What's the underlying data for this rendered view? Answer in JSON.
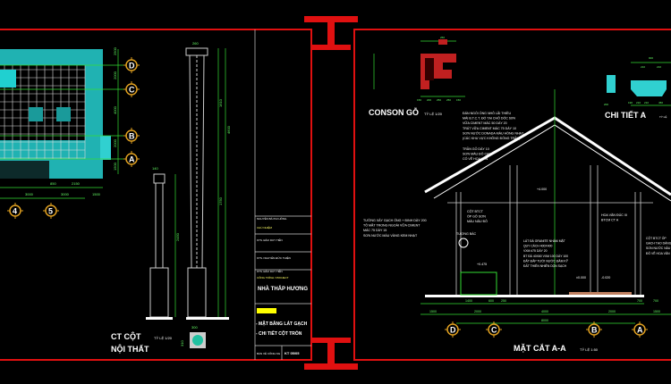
{
  "colors": {
    "background": "#000000",
    "frame": "#e01010",
    "dimension": "#33dd33",
    "tile": "#20b2b2",
    "axis_bubble": "#e0a020",
    "text": "#ffffff"
  },
  "floor_plan": {
    "axis_labels": [
      "D",
      "C",
      "B",
      "A"
    ],
    "bottom_axes": [
      "4",
      "5"
    ],
    "dims_right": [
      "2500",
      "2000",
      "4000",
      "2000",
      "1500"
    ],
    "dims_bottom": [
      "3000",
      "3000",
      "1500"
    ],
    "dims_inner": [
      "850",
      "2150"
    ]
  },
  "column_detail": {
    "title": "CT CỘT",
    "scale": "TỶ LỆ 1/20",
    "subtitle": "NỘI THẤT",
    "dims": [
      "260",
      "1610",
      "1750",
      "4600",
      "2450",
      "140",
      "300",
      "310"
    ]
  },
  "title_block": {
    "rows": [
      "NGUYỄN BÁ PHI HỒNG",
      "CHỦ NHIỆM",
      "KTS. ĐÀO DUY TIẾN",
      "KTS. NGUYỄN ĐỨC THIỆN",
      "KTS. ĐÀO DUY TIẾN",
      "CÔNG TRÌNH / PROJECT"
    ],
    "project": "NHÀ THẮP HƯƠNG",
    "items": [
      "- MẶT BẰNG LÁT GẠCH",
      "- CHI TIẾT CỘT TRÒN"
    ],
    "footer_label": "BẢN VẼ CÔNG NG",
    "drawing_no": "KT 05/05"
  },
  "console_detail": {
    "title": "CONSON GỖ",
    "scale": "TỶ LỆ 1/20",
    "dims": [
      "260",
      "150",
      "200",
      "250",
      "250",
      "150"
    ]
  },
  "detail_a": {
    "title": "CHI TIẾT A",
    "scale": "TỶ LỆ",
    "dims": [
      "900",
      "210",
      "210",
      "190",
      "210",
      "210",
      "450",
      "200"
    ]
  },
  "section": {
    "title": "MẶT CẮT A-A",
    "scale": "TỶ LỆ 1:50",
    "roof_notes": [
      "ĐÁN NGÓI ỐNG NHỎ LÃI THIỀU",
      "MÁI B.T.C.T. ĐỔ TẠI CHỖ DỐC 60%",
      "VỮA CIMENT MÁC 50 DÀY 20",
      "TRÁT VỮA CIMENT MÁC 75 DÀY 10",
      "SƠN NƯỚC DONADA MÀU HỒNG NHẠT",
      "(CÁC KHU VỰC KHÔNG ĐÓNG TRẦN)"
    ],
    "ceiling_notes": [
      "TRẦN GỖ DÀY 10",
      "SƠN MÀU ĐỎ CAM",
      "CÓ VẼ HOA VĂN"
    ],
    "wall_notes": [
      "TƯỜNG XÂY GẠCH ỐNG + ĐINH DÀY 200",
      "TÔ MẶT TRONG NGOÀI VỮA CIMENT",
      "MÁC 75 DÀY 15",
      "SƠN NƯỚC MÀU VÀNG KEM NHẠT"
    ],
    "column_note": [
      "CỘT BTCT",
      "ỐP GỖ SƠN",
      "MÀU NÂU ĐỎ"
    ],
    "altar_label": "TƯỢNG BÁC",
    "floor_notes": [
      "LÁT ĐÁ GRANITE NHÁM MẶT",
      "QUY CÁCH 400X400",
      "VXM #75 DÀY 20",
      "BT ĐÁ 40X60 VXM 100 DÀY 100",
      "ĐẤT ĐẮP TƯỚI NƯỚC ĐẦM KỸ",
      "ĐẤT THIÊN NHIÊN DỌN SẠCH"
    ],
    "right_notes": [
      "HOA VĂN ĐÚC XI",
      "BTCM CT A"
    ],
    "right_col_notes": [
      "CỘT BTCT ỐP",
      "GẠCH TẠO DÁNG",
      "SƠN NƯỚC NÂU",
      "ĐỎ VẼ HOA VĂN"
    ],
    "levels": [
      "+0.475",
      "±0.000",
      "-0.020",
      "+4.000"
    ],
    "dims_bottom_1": [
      "1400",
      "600",
      "250",
      "700",
      "700"
    ],
    "dims_bottom_2": [
      "1500",
      "2000",
      "4000",
      "2000",
      "1500"
    ],
    "dims_total": "8000",
    "axes": [
      "D",
      "C",
      "B",
      "A"
    ]
  }
}
